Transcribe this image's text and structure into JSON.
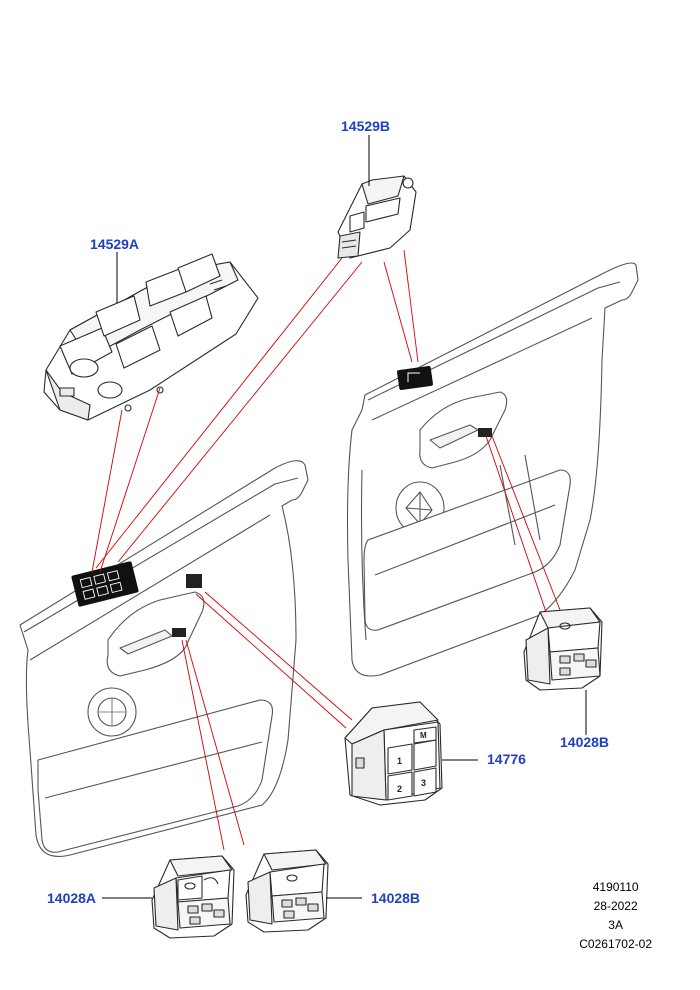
{
  "callouts": {
    "top_switch": "14529B",
    "left_switch_pack": "14529A",
    "seat_memory_switch": "14776",
    "right_lock_switch": "14028B",
    "bottom_left_switch": "14028A",
    "bottom_right_switch": "14028B"
  },
  "reference": {
    "line1": "4190110",
    "line2": "28-2022",
    "line3": "3A",
    "line4": "C0261702-02"
  },
  "switch_symbols": {
    "memory_button": "M",
    "preset_1": "1",
    "preset_2": "2",
    "preset_3": "3"
  },
  "colors": {
    "callout": "#1f3fbf",
    "leader": "#d40000",
    "outline": "#2a2a2a"
  }
}
